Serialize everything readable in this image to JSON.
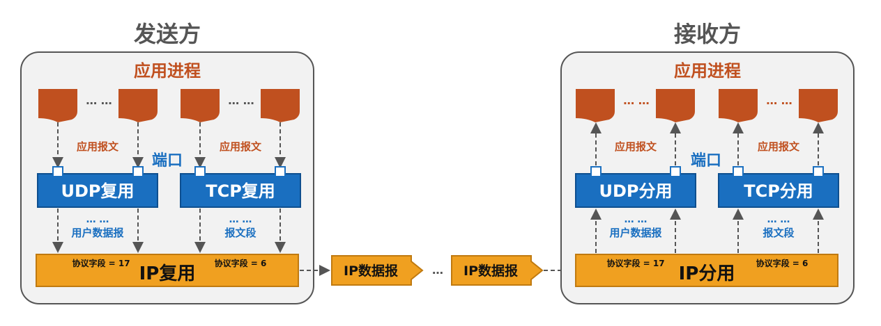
{
  "sender": {
    "title": "发送方",
    "process_label": "应用进程",
    "msg_label_left": "应用报文",
    "msg_label_right": "应用报文",
    "port_label": "端口",
    "udp_label": "UDP复用",
    "tcp_label": "TCP复用",
    "udp_unit_dots": "… …",
    "udp_unit_label": "用户数据报",
    "tcp_unit_dots": "… …",
    "tcp_unit_label": "报文段",
    "ip_label": "IP复用",
    "field_udp": "协议字段 = 17",
    "field_tcp": "协议字段 = 6",
    "msg_dots_left": "… …",
    "msg_dots_right": "… …"
  },
  "receiver": {
    "title": "接收方",
    "process_label": "应用进程",
    "msg_label_left": "应用报文",
    "msg_label_right": "应用报文",
    "port_label": "端口",
    "udp_label": "UDP分用",
    "tcp_label": "TCP分用",
    "udp_unit_dots": "… …",
    "udp_unit_label": "用户数据报",
    "tcp_unit_dots": "… …",
    "tcp_unit_label": "报文段",
    "ip_label": "IP分用",
    "field_udp": "协议字段 = 17",
    "field_tcp": "协议字段 = 6",
    "msg_dots_left": "… …",
    "msg_dots_right": "… …"
  },
  "network": {
    "datagram_1": "IP数据报",
    "datagram_2": "IP数据报",
    "between_dots": "…"
  },
  "colors": {
    "message_doc": "#c0501f",
    "mux_box": "#1a6fc0",
    "ip_box": "#f0a020",
    "panel": "#f2f2f2"
  }
}
